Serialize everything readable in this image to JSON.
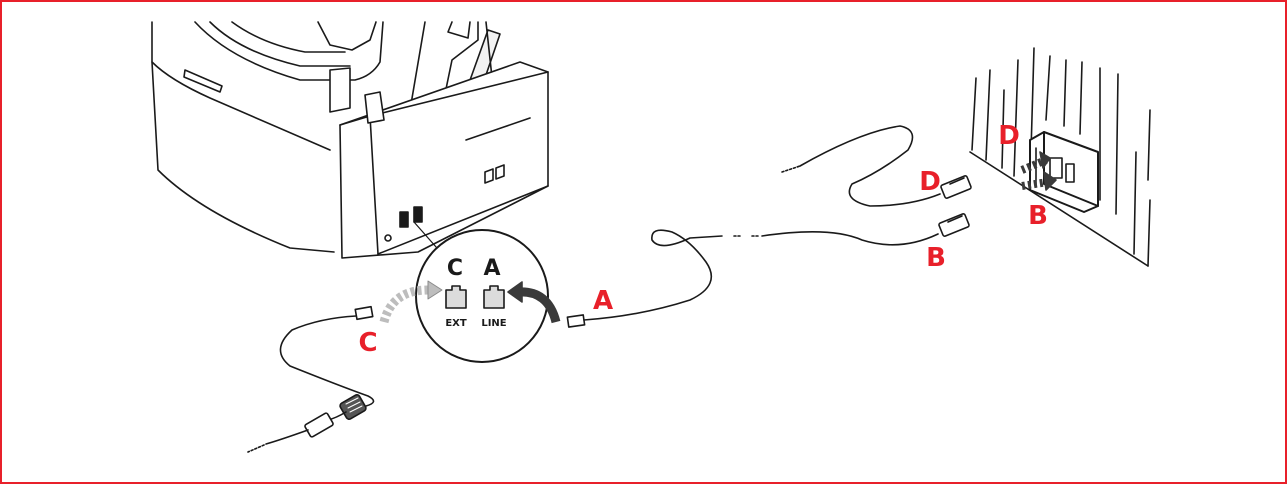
{
  "colors": {
    "frame": "#e8202a",
    "label_red": "#e8202a",
    "line": "#1a1a1a",
    "arrow_dark": "#3a3a3a",
    "arrow_light": "#bdbdbd",
    "port_fill": "#dcdcdc"
  },
  "callout": {
    "left_letter": "C",
    "right_letter": "A",
    "left_port": "EXT",
    "right_port": "LINE"
  },
  "labels": {
    "A": "A",
    "B_cord": "B",
    "B_wall": "B",
    "C": "C",
    "D_cord": "D",
    "D_wall": "D"
  },
  "icons": [
    "phone-jack-icon",
    "curved-arrow-icon",
    "dashed-curved-arrow-icon"
  ]
}
